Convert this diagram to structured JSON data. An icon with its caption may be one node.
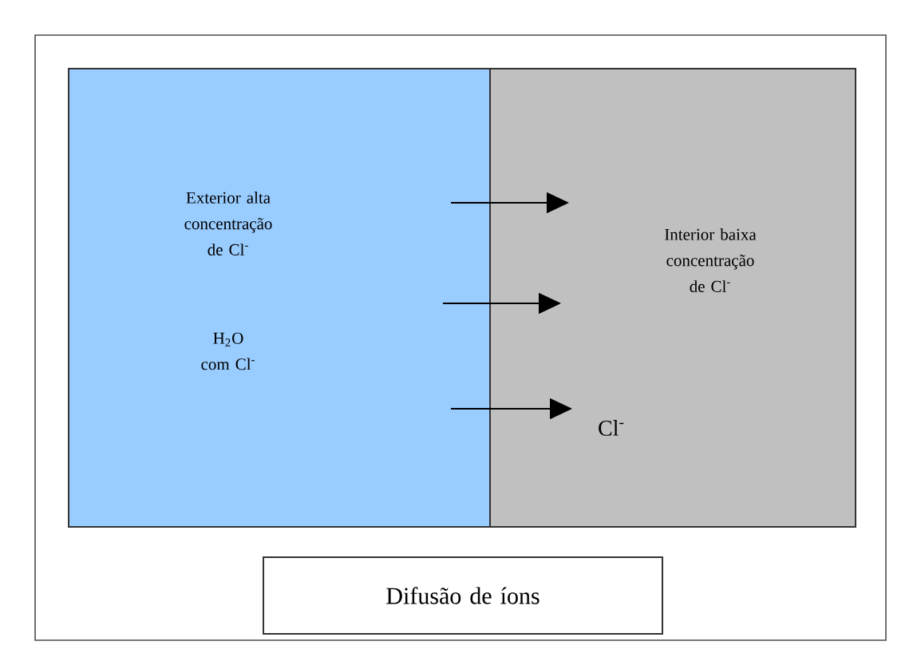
{
  "diagram": {
    "nodes": [
      {
        "text": [
          "Exterior alta concentração de Cl$^{-}$",
          "H$_{2}$O com Cl$^{-}$"
        ]
      },
      {
        "text": [
          "Interior baixa concentração de Cl$^{-}$",
          "Cl$^{-}$"
        ]
      },
      {
        "text": [
          "Difusão de íons"
        ]
      }
    ],
    "edges": [
      {
        "from": 0,
        "to": 1,
        "arrow": "to"
      },
      {
        "from": 0,
        "to": 1,
        "arrow": "to"
      },
      {
        "from": 0,
        "to": 1,
        "arrow": "to"
      }
    ]
  }
}
